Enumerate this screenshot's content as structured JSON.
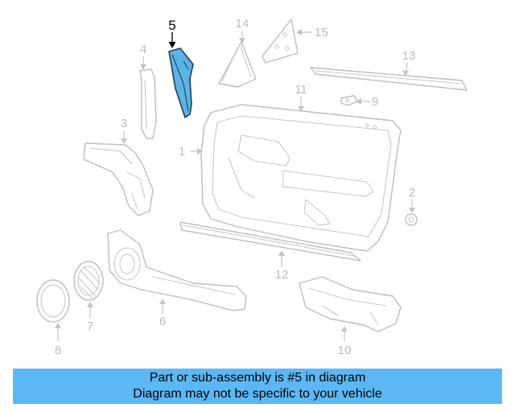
{
  "diagram": {
    "highlight_color": "#5bb4e6",
    "part_line_color": "#bdbdbd",
    "callouts": [
      {
        "id": "1",
        "label": "1"
      },
      {
        "id": "2",
        "label": "2"
      },
      {
        "id": "3",
        "label": "3"
      },
      {
        "id": "4",
        "label": "4"
      },
      {
        "id": "5",
        "label": "5",
        "highlighted": true
      },
      {
        "id": "6",
        "label": "6"
      },
      {
        "id": "7",
        "label": "7"
      },
      {
        "id": "8",
        "label": "8"
      },
      {
        "id": "9",
        "label": "9"
      },
      {
        "id": "10",
        "label": "10"
      },
      {
        "id": "11",
        "label": "11"
      },
      {
        "id": "12",
        "label": "12"
      },
      {
        "id": "13",
        "label": "13"
      },
      {
        "id": "14",
        "label": "14"
      },
      {
        "id": "15",
        "label": "15"
      }
    ]
  },
  "banner": {
    "color": "#5bb8f5",
    "line1": "Part or sub-assembly is #5 in diagram",
    "line2": "Diagram may not be specific to your vehicle"
  }
}
